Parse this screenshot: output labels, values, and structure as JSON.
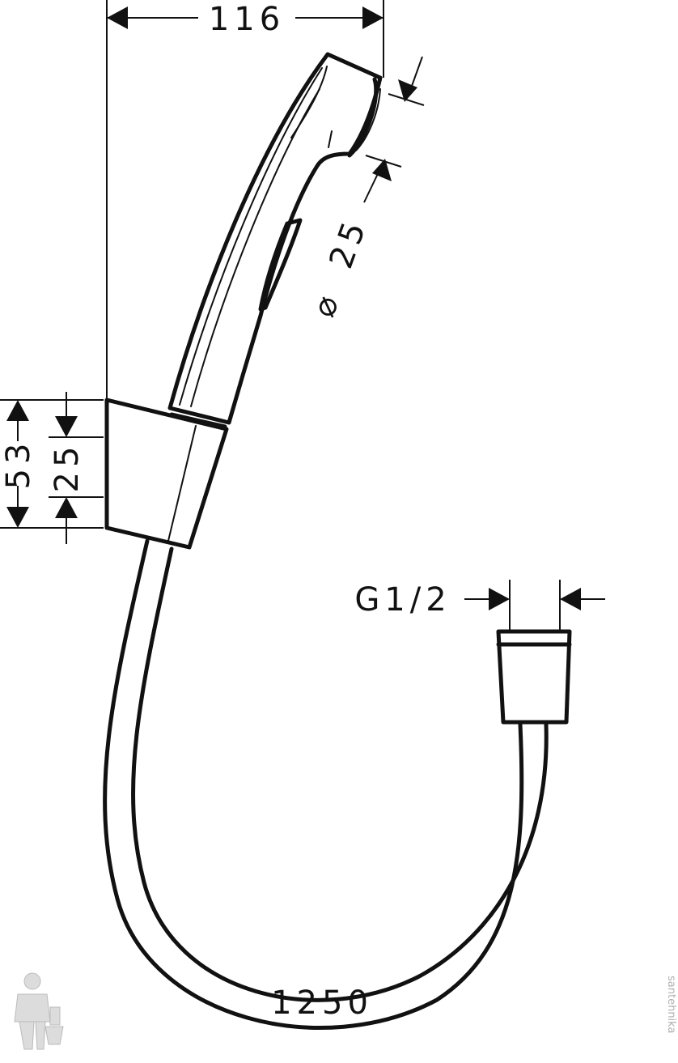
{
  "diagram": {
    "dimensions": {
      "width_handshower": "116",
      "nozzle_diameter_symbol": "⌀",
      "nozzle_diameter": "25",
      "holder_height": "53",
      "holder_inner": "25",
      "thread": "G1/2",
      "hose_length": "1250"
    },
    "watermark": "santehnika",
    "colors": {
      "line": "#111111",
      "background": "#ffffff",
      "logo": "#dcdcdc"
    },
    "icons": [
      "plumber-logo-icon"
    ]
  }
}
